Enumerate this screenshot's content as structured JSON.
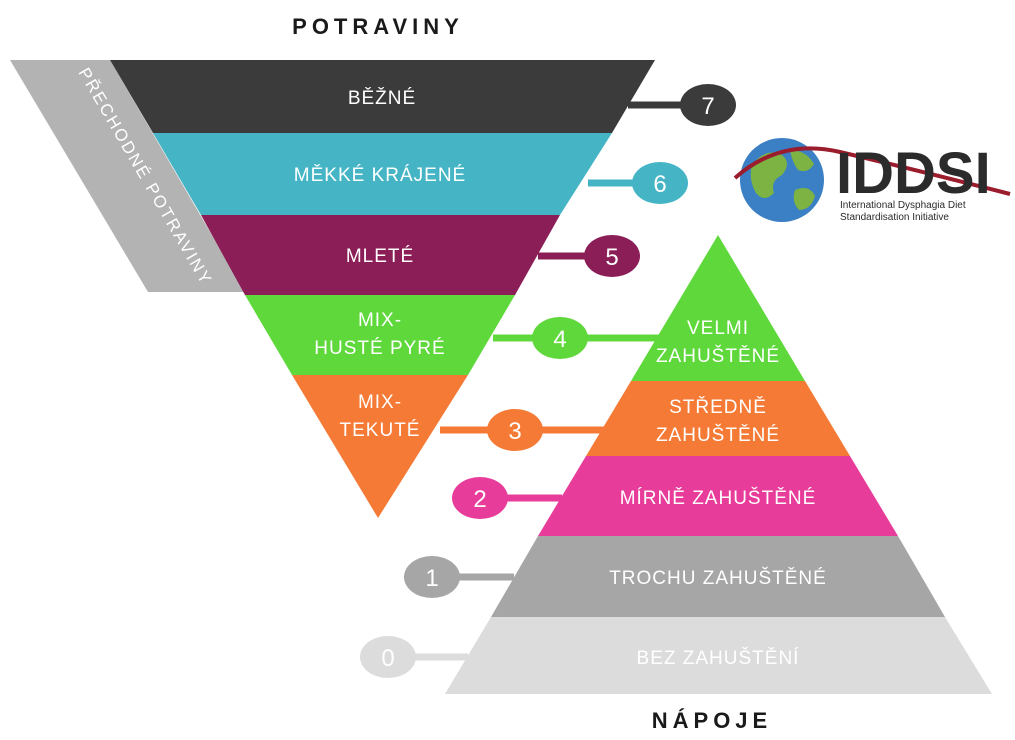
{
  "headings": {
    "foods": "POTRAVINY",
    "drinks": "NÁPOJE"
  },
  "transitional": "PŘECHODNÉ POTRAVINY",
  "logo": {
    "name": "IDDSI",
    "subtitle_line1": "International Dysphagia Diet",
    "subtitle_line2": "Standardisation Initiative"
  },
  "levels": [
    {
      "number": "7",
      "color": "#3b3b3b",
      "food": [
        "BĚŽNÉ"
      ]
    },
    {
      "number": "6",
      "color": "#45b5c6",
      "food": [
        "MĚKKÉ KRÁJENÉ"
      ]
    },
    {
      "number": "5",
      "color": "#8b1e57",
      "food": [
        "MLETÉ"
      ]
    },
    {
      "number": "4",
      "color": "#5fd83c",
      "food": [
        "MIX-",
        "HUSTÉ PYRÉ"
      ],
      "drink": [
        "VELMI",
        "ZAHUŠTĚNÉ"
      ]
    },
    {
      "number": "3",
      "color": "#f57a35",
      "food": [
        "MIX-",
        "TEKUTÉ"
      ],
      "drink": [
        "STŘEDNĚ",
        "ZAHUŠTĚNÉ"
      ]
    },
    {
      "number": "2",
      "color": "#e83c9a",
      "drink": [
        "MÍRNĚ ZAHUŠTĚNÉ"
      ]
    },
    {
      "number": "1",
      "color": "#a6a6a6",
      "drink": [
        "TROCHU ZAHUŠTĚNÉ"
      ]
    },
    {
      "number": "0",
      "color": "#dcdcdc",
      "drink": [
        "BEZ ZAHUŠTĚNÍ"
      ]
    }
  ]
}
